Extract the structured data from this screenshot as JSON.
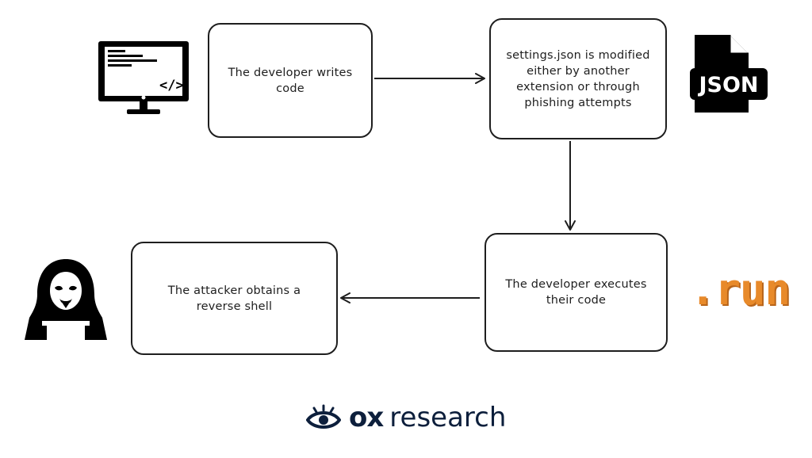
{
  "boxes": {
    "writes": "The developer writes code",
    "settings": "settings.json is modified either by another extension or through phishing attempts",
    "executes": "The developer executes their code",
    "attacker": "The attacker obtains a reverse shell"
  },
  "icons": {
    "computer": "computer-code-icon",
    "json": "json-file-icon",
    "run": ".run",
    "hacker": "hooded-hacker-icon"
  },
  "logo": {
    "ox": "ox",
    "research": "research"
  },
  "colors": {
    "ink": "#1e1e1e",
    "run_orange": "#e88a2a",
    "logo_navy": "#0d1f3c"
  }
}
